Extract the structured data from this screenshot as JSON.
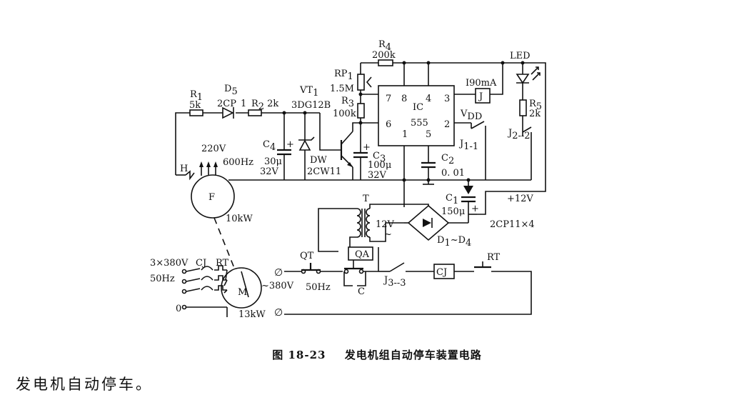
{
  "caption": {
    "figure_no": "图 18-23",
    "title": "发电机组自动停车装置电路"
  },
  "body_text": "发电机自动停车。",
  "labels": {
    "R1": "R",
    "R1_sub": "1",
    "R1_val": "5k",
    "D5": "D",
    "D5_sub": "5",
    "D5_type": "2CP",
    "n1": "1",
    "R2": "R",
    "R2_sub": "2",
    "R2_val": "2k",
    "VT1": "VT",
    "VT1_sub": "1",
    "VT1_type": "3DG12B",
    "RP1": "RP",
    "RP1_sub": "1",
    "RP1_val": "1.5M",
    "R4": "R",
    "R4_sub": "4",
    "R4_val": "200k",
    "R3": "R",
    "R3_sub": "3",
    "R3_val": "100k",
    "pin7": "7",
    "pin8": "8",
    "pin4": "4",
    "pin3": "3",
    "pin6": "6",
    "pin1": "1",
    "pin5": "5",
    "pin2": "2",
    "ic_name": "IC",
    "ic_type": "555",
    "relay_j": "J",
    "relay_current": "I90mA",
    "led": "LED",
    "R5": "R",
    "R5_sub": "5",
    "R5_val": "2k",
    "vdd": "V",
    "vdd_sub": "DD",
    "J11": "J",
    "J11_sub": "1-1",
    "J22": "J",
    "J22_sub": "2--2",
    "C4": "C",
    "C4_sub": "4",
    "C4_val1": "30μ",
    "C4_val2": "32V",
    "DW": "DW",
    "DW_type": "2CW11",
    "C3": "C",
    "C3_sub": "3",
    "C3_val1": "100μ",
    "C3_val2": "32V",
    "C2": "C",
    "C2_sub": "2",
    "C2_val": "0. 01",
    "C1": "C",
    "C1_sub": "1",
    "C1_val": "150μ",
    "plus": "+",
    "v12": "+12V",
    "gen_v": "220V",
    "gen_f": "600Hz",
    "gen_h": "H",
    "gen_f_letter": "F",
    "gen_p": "10kW",
    "T": "T",
    "t_v": "12V",
    "tilde": "~",
    "diodes": "D",
    "diodes_sub": "1",
    "diodes_mid": "~D",
    "diodes_sub2": "4",
    "bridge_type": "2CP11×4",
    "supply": "3×380V",
    "supply_f": "50Hz",
    "zero": "0",
    "CJ": "CJ",
    "RT": "RT",
    "motor": "M",
    "motor_v": "~380V",
    "motor_p": "13kW",
    "QT": "QT",
    "QA": "QA",
    "line_f": "50Hz",
    "C": "C",
    "J33": "J",
    "J33_sub": "3--3",
    "cj_coil": "CJ",
    "RT2": "RT"
  }
}
